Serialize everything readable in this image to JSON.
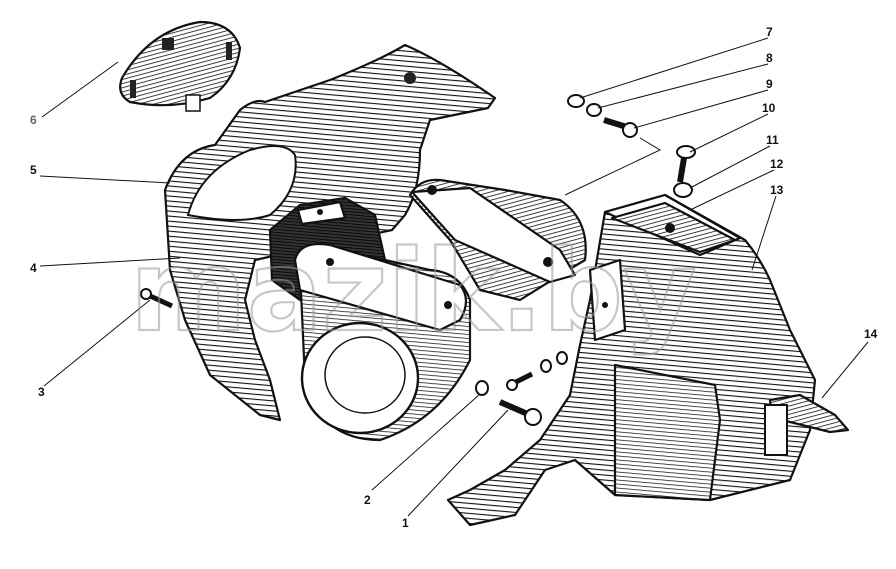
{
  "watermark": "mazik.by",
  "callouts": [
    {
      "id": "c1",
      "label": "1"
    },
    {
      "id": "c2",
      "label": "2"
    },
    {
      "id": "c3",
      "label": "3"
    },
    {
      "id": "c4",
      "label": "4"
    },
    {
      "id": "c5",
      "label": "5"
    },
    {
      "id": "c6",
      "label": "6"
    },
    {
      "id": "c7",
      "label": "7"
    },
    {
      "id": "c8",
      "label": "8"
    },
    {
      "id": "c9",
      "label": "9"
    },
    {
      "id": "c10",
      "label": "10"
    },
    {
      "id": "c11",
      "label": "11"
    },
    {
      "id": "c12",
      "label": "12"
    },
    {
      "id": "c13",
      "label": "13"
    },
    {
      "id": "c14",
      "label": "14"
    }
  ]
}
